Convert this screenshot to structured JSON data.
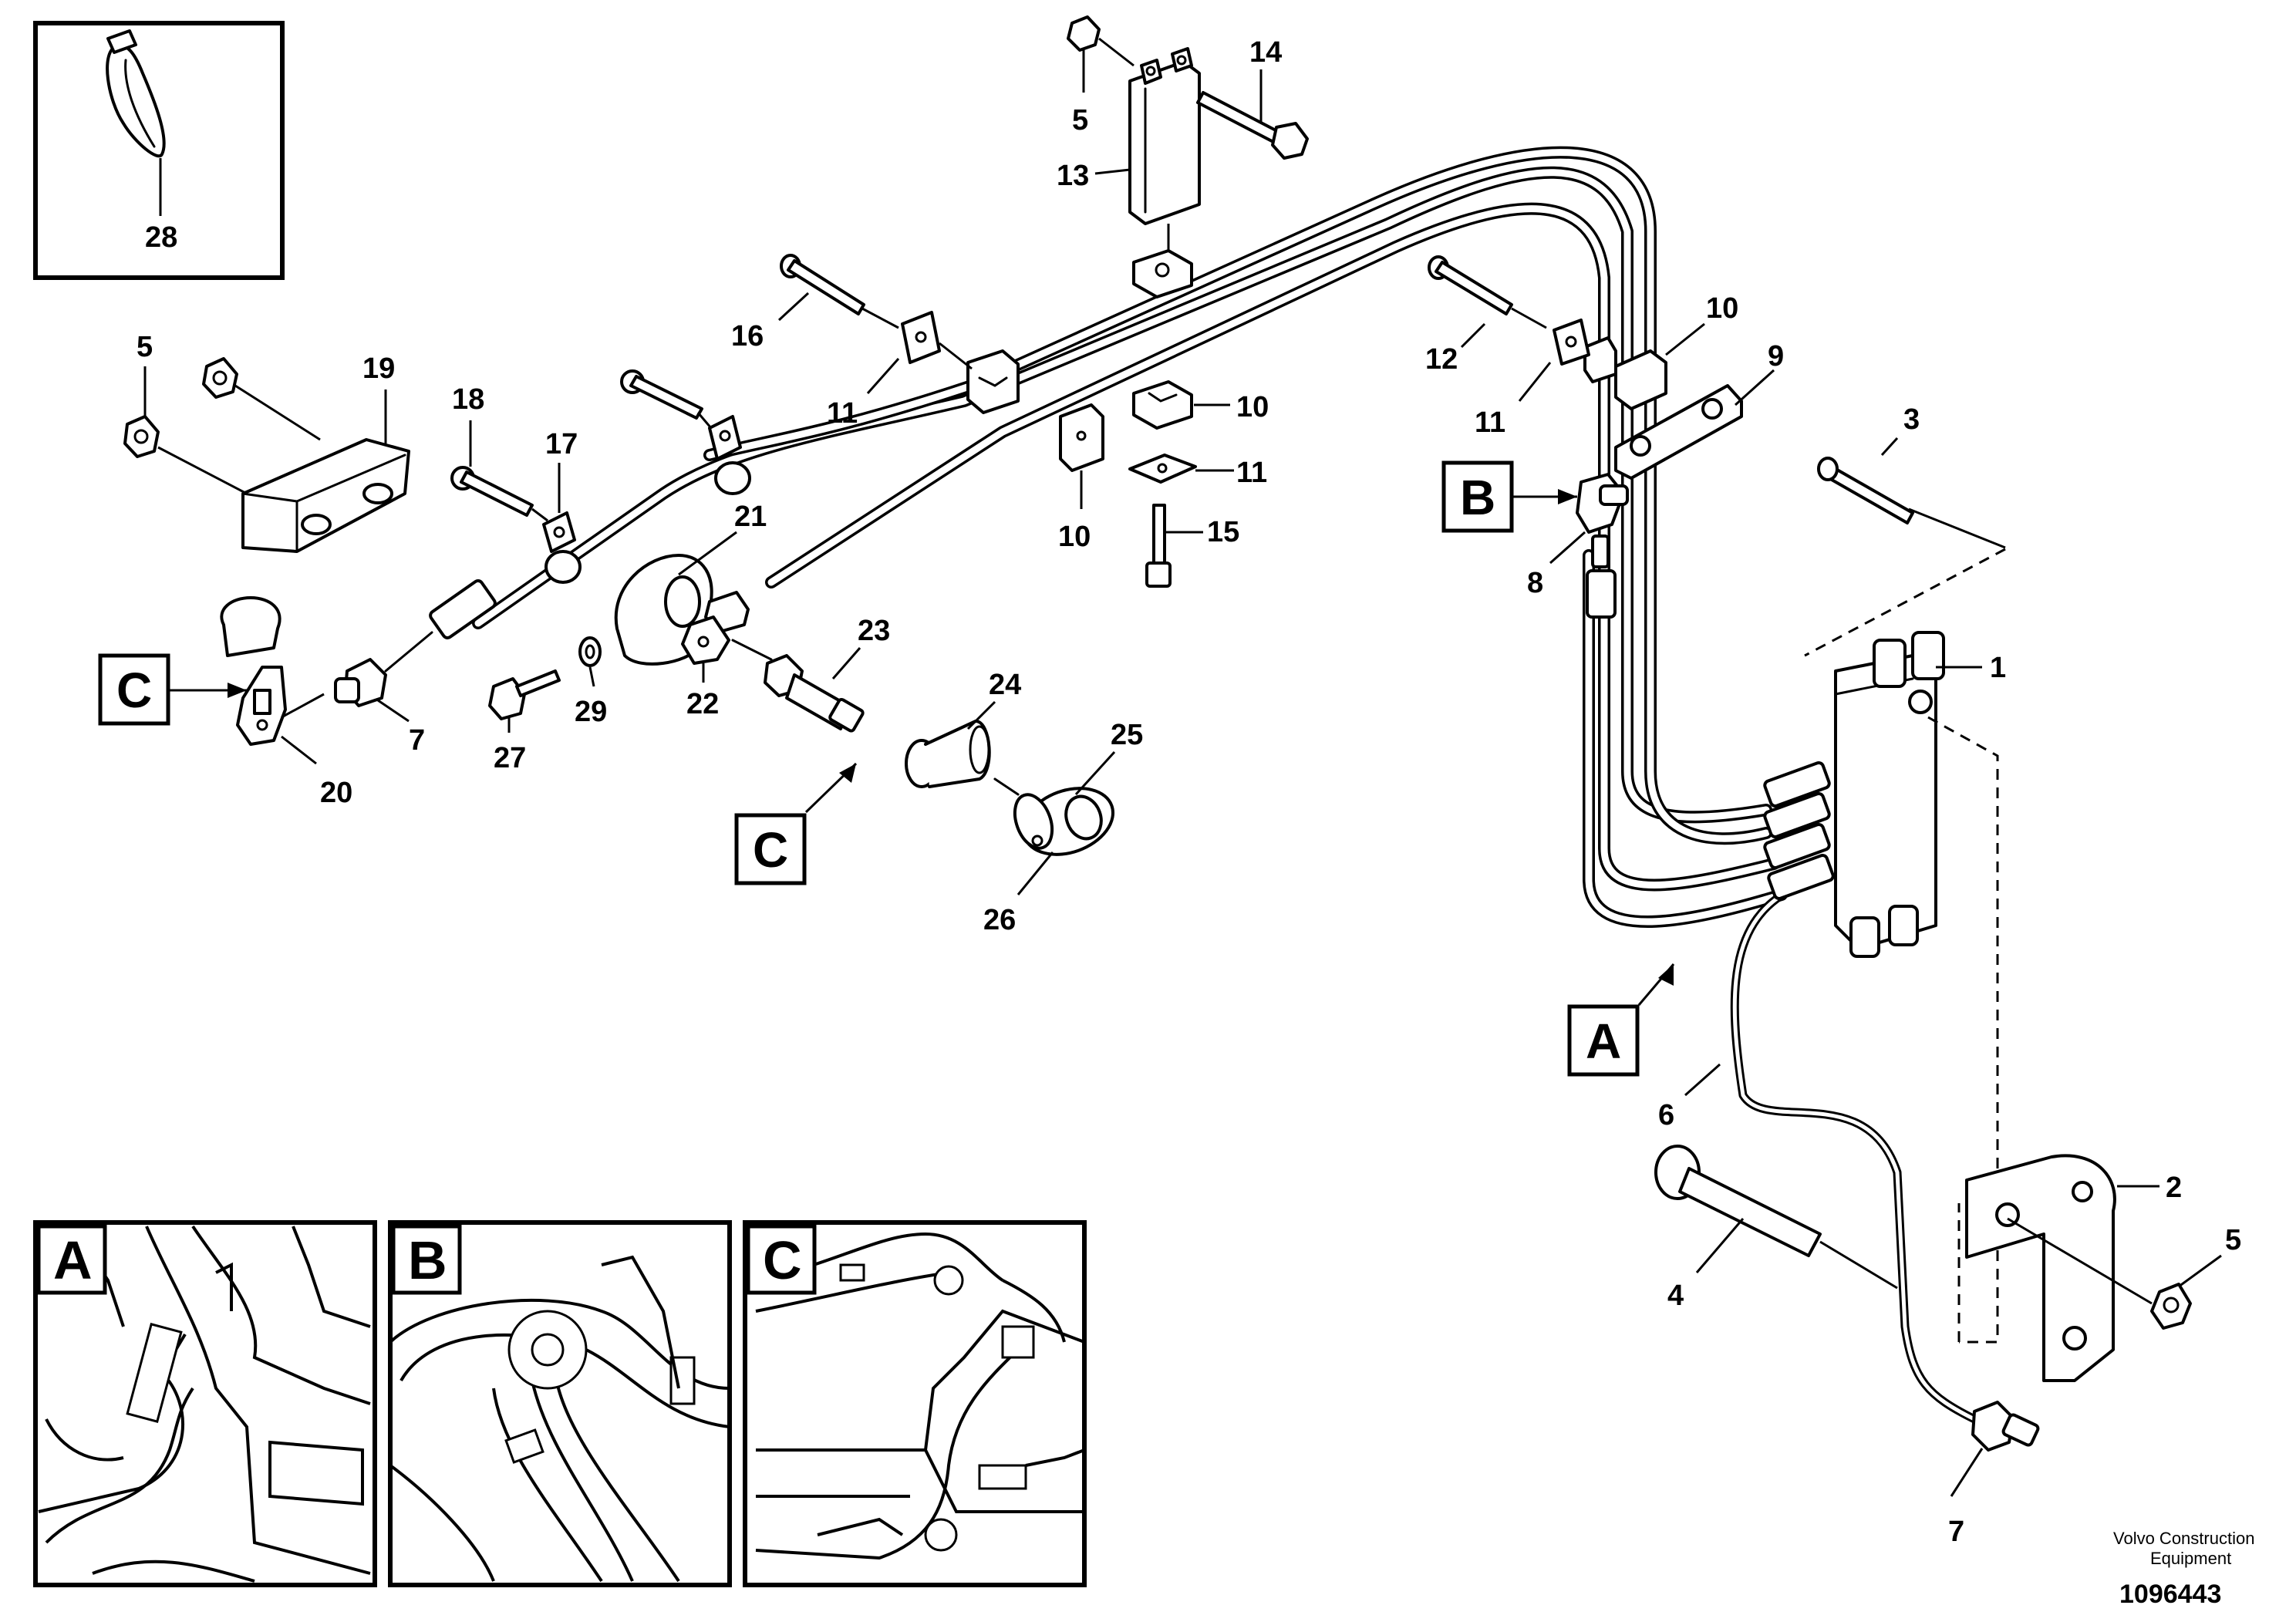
{
  "callouts": {
    "n1": "1",
    "n2": "2",
    "n3": "3",
    "n4": "4",
    "n5a": "5",
    "n5b": "5",
    "n5c": "5",
    "n6": "6",
    "n7a": "7",
    "n7b": "7",
    "n8": "8",
    "n9": "9",
    "n10a": "10",
    "n10b": "10",
    "n10c": "10",
    "n11a": "11",
    "n11b": "11",
    "n11c": "11",
    "n12": "12",
    "n13": "13",
    "n14": "14",
    "n15": "15",
    "n16": "16",
    "n17": "17",
    "n18": "18",
    "n19": "19",
    "n20": "20",
    "n21": "21",
    "n22": "22",
    "n23": "23",
    "n24": "24",
    "n25": "25",
    "n26": "26",
    "n27": "27",
    "n28": "28",
    "n29": "29"
  },
  "view_refs": {
    "a": "A",
    "b": "B",
    "c_left": "C",
    "c_mid": "C"
  },
  "insets": {
    "a": "A",
    "b": "B",
    "c": "C"
  },
  "footer": {
    "brand_line1": "Volvo Construction",
    "brand_line2": "Equipment",
    "doc_number": "1096443"
  }
}
